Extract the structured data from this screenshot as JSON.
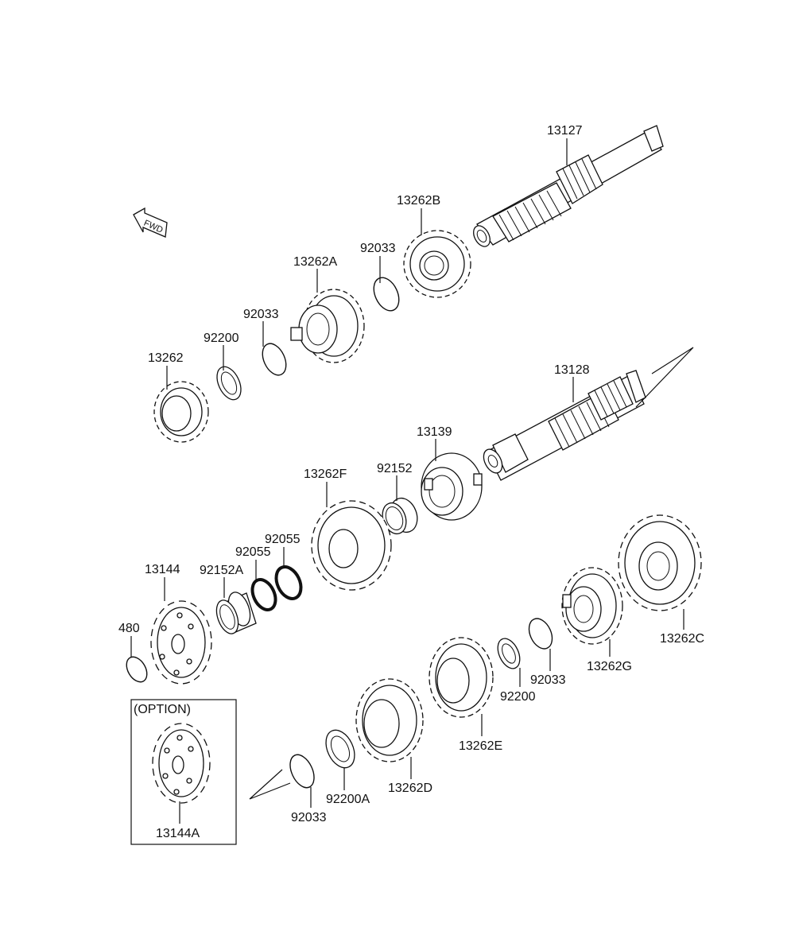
{
  "diagram": {
    "fwd_label": "FWD",
    "option_label": "(OPTION)",
    "labels": {
      "p13127": "13127",
      "p13262B": "13262B",
      "p92033_a": "92033",
      "p13262A": "13262A",
      "p92033_b": "92033",
      "p92200_a": "92200",
      "p13262": "13262",
      "p13128": "13128",
      "p13139": "13139",
      "p92152": "92152",
      "p13262F": "13262F",
      "p92055_a": "92055",
      "p92055_b": "92055",
      "p13144": "13144",
      "p92152A": "92152A",
      "p480": "480",
      "p13262C": "13262C",
      "p13262G": "13262G",
      "p92033_c": "92033",
      "p92200_b": "92200",
      "p13262E": "13262E",
      "p13262D": "13262D",
      "p92200A": "92200A",
      "p92033_d": "92033",
      "p13144A": "13144A"
    }
  }
}
